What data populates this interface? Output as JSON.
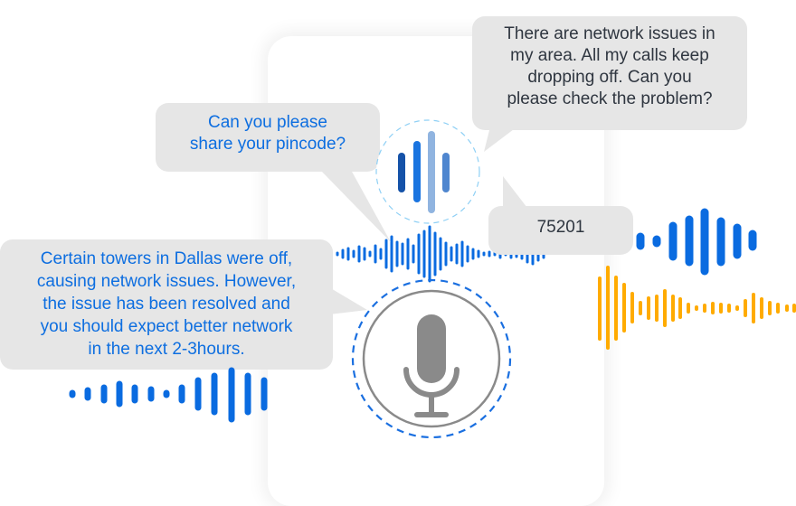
{
  "scene": {
    "description": "Voice assistant conversation illustration",
    "colors": {
      "agent_text": "#0d6ee0",
      "user_text": "#2f3640",
      "bubble_bg": "#e6e6e6",
      "wave_blue": "#0a6be0",
      "wave_orange": "#ffab00",
      "mic_gray": "#8a8a8a"
    }
  },
  "messages": [
    {
      "role": "user",
      "text": "There are network issues in my area. All my calls keep dropping off. Can you please check the problem?",
      "lines": [
        "There are network issues in",
        "my area. All my calls keep",
        "dropping off. Can you",
        "please check the problem?"
      ]
    },
    {
      "role": "agent",
      "text": "Can you please share your pincode?",
      "lines": [
        "Can you please",
        "share your pincode?"
      ]
    },
    {
      "role": "user",
      "text": "75201",
      "lines": [
        "75201"
      ]
    },
    {
      "role": "agent",
      "text": "Certain towers in Dallas were off, causing network issues. However, the issue has been resolved and you should expect better network in the next 2-3hours.",
      "lines": [
        "Certain towers in Dallas were off,",
        "causing network issues. However,",
        "the issue has been resolved and",
        "you should expect better network",
        "in the next 2-3hours."
      ]
    }
  ],
  "icons": {
    "assistant": "voice-bars-icon",
    "microphone": "microphone-icon"
  }
}
